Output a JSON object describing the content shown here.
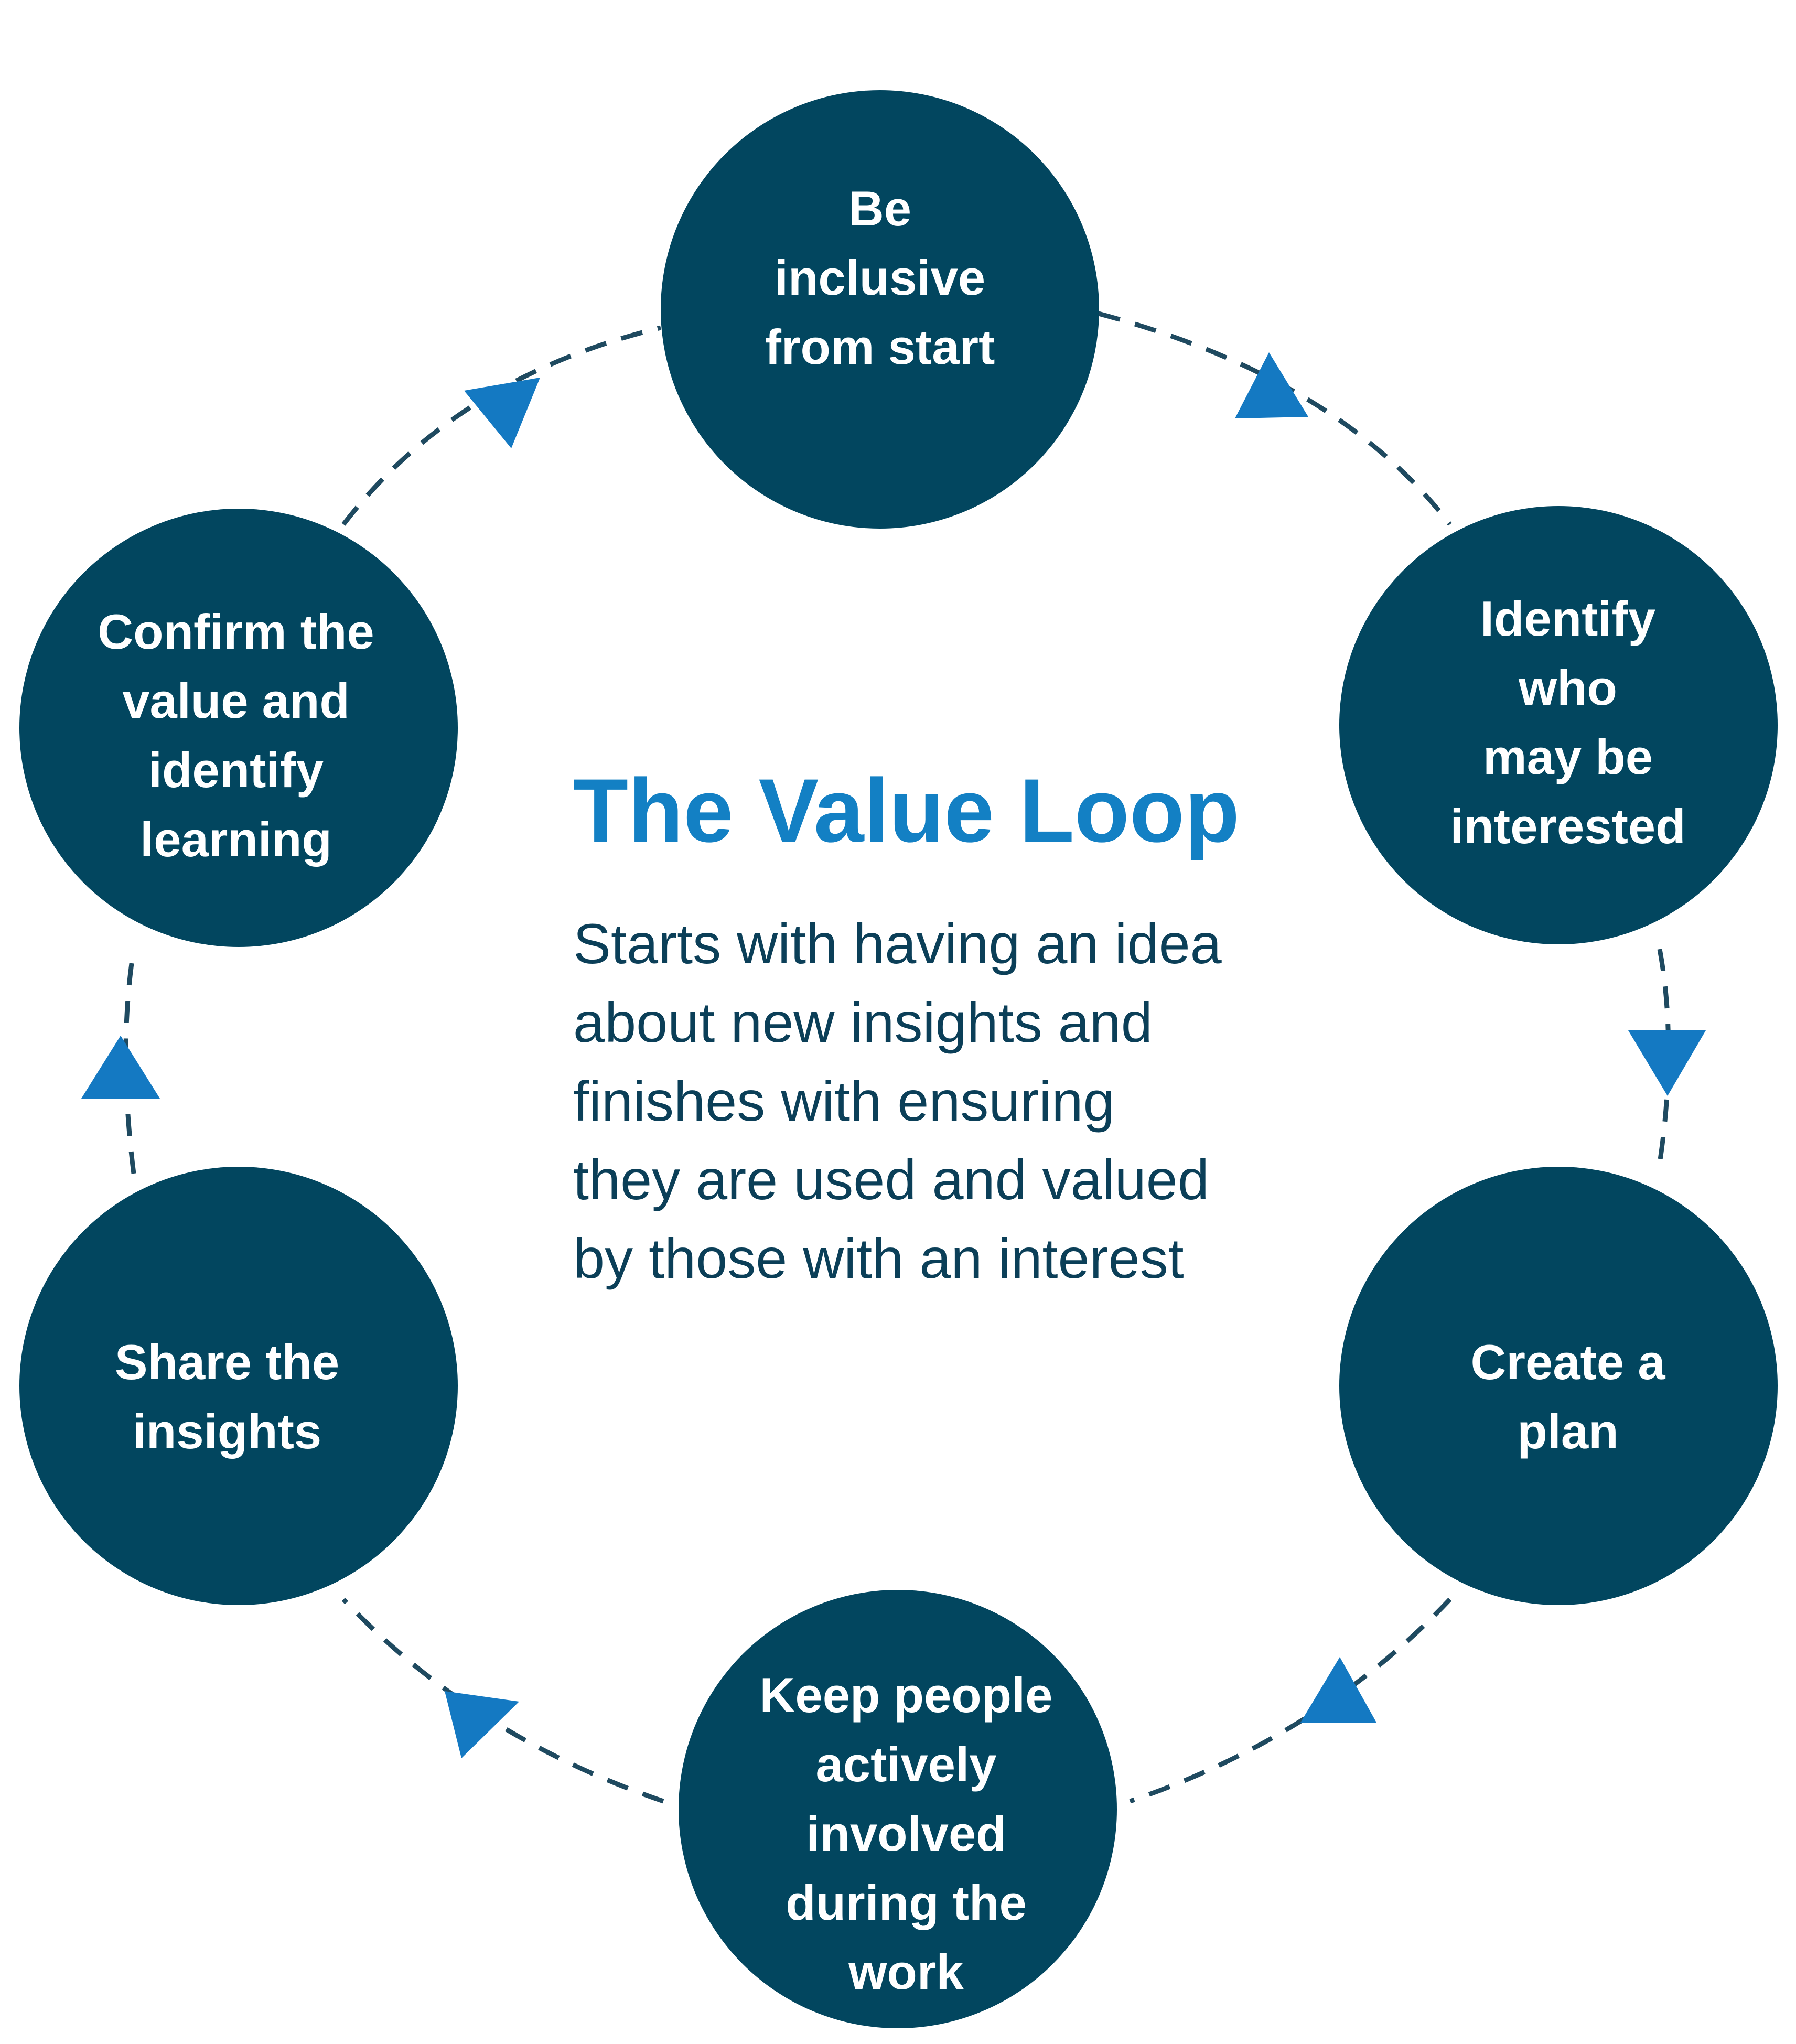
{
  "title": "The Value Loop",
  "description": {
    "lines": [
      "Starts with having an idea",
      "about new insights and",
      "finishes with ensuring",
      "they are used and valued",
      "by those with an interest"
    ]
  },
  "steps": [
    {
      "id": "be-inclusive",
      "lines": [
        "Be",
        "inclusive",
        "from start"
      ]
    },
    {
      "id": "identify-who",
      "lines": [
        "Identify",
        "who",
        "may be",
        "interested"
      ]
    },
    {
      "id": "create-plan",
      "lines": [
        "Create a",
        "plan"
      ]
    },
    {
      "id": "keep-people-involved",
      "lines": [
        "Keep people",
        "actively",
        "involved",
        "during the",
        "work"
      ]
    },
    {
      "id": "share-insights",
      "lines": [
        "Share the",
        "insights"
      ]
    },
    {
      "id": "confirm-value",
      "lines": [
        "Confirm the",
        "value and",
        "identify",
        "learning"
      ]
    }
  ],
  "colors": {
    "circle": "#02465f",
    "step_text": "#ffffff",
    "title": "#1380c4",
    "description": "#0b3f58",
    "connector": "#1f4a60",
    "arrow": "#1479c2"
  }
}
